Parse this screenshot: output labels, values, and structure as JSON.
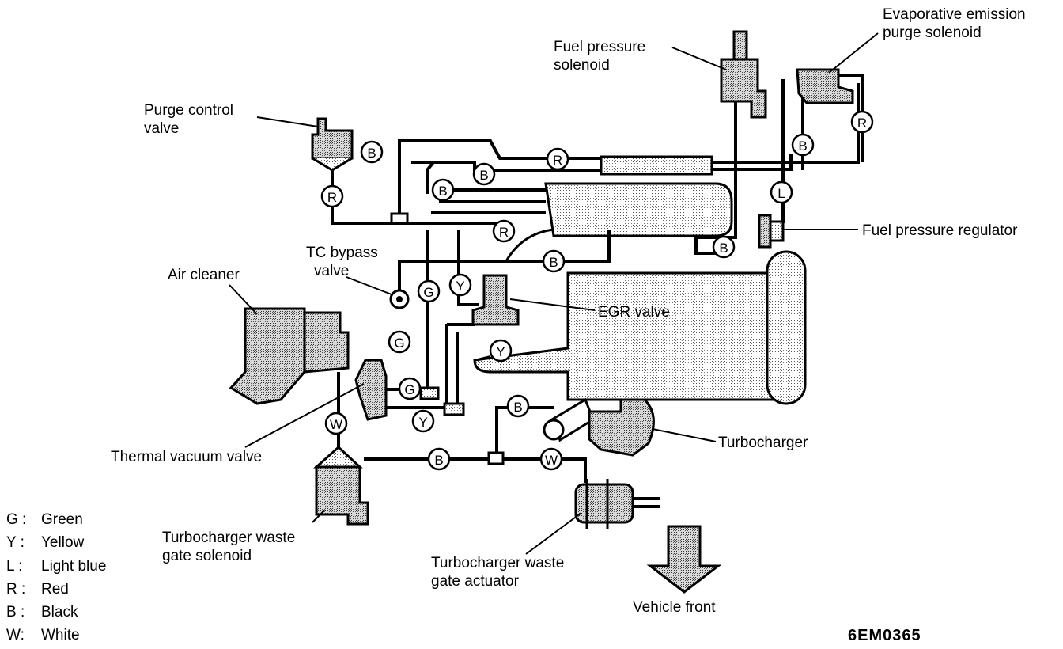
{
  "labels": {
    "evap_purge": [
      "Evaporative emission",
      "purge solenoid"
    ],
    "fuel_pressure_solenoid": [
      "Fuel pressure",
      "solenoid"
    ],
    "purge_control_valve": [
      "Purge control",
      "valve"
    ],
    "fuel_pressure_regulator": "Fuel pressure regulator",
    "tc_bypass_valve": [
      "TC bypass",
      "valve"
    ],
    "air_cleaner": "Air cleaner",
    "egr_valve": "EGR valve",
    "turbocharger": "Turbocharger",
    "thermal_vacuum_valve": "Thermal vacuum valve",
    "waste_gate_solenoid": [
      "Turbocharger waste",
      "gate solenoid"
    ],
    "waste_gate_actuator": [
      "Turbocharger waste",
      "gate actuator"
    ],
    "vehicle_front": "Vehicle front"
  },
  "legend": [
    {
      "code": "G :",
      "name": "Green"
    },
    {
      "code": "Y :",
      "name": "Yellow"
    },
    {
      "code": "L :",
      "name": "Light blue"
    },
    {
      "code": "R :",
      "name": "Red"
    },
    {
      "code": "B :",
      "name": "Black"
    },
    {
      "code": "W:",
      "name": "White"
    }
  ],
  "hose_tags": {
    "B": "B",
    "R": "R",
    "G": "G",
    "Y": "Y",
    "L": "L",
    "W": "W"
  },
  "figure_code": "6EM0365"
}
